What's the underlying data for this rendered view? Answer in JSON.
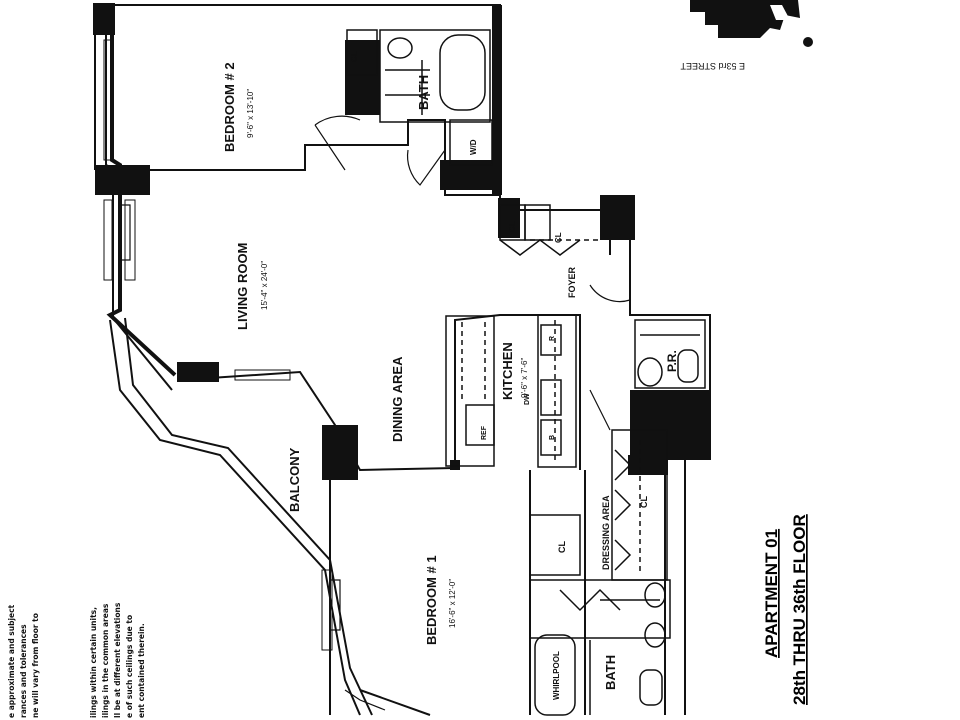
{
  "rooms": {
    "bedroom2": {
      "name": "BEDROOM # 2",
      "dims": "9'-6\" x 13'-10\""
    },
    "living": {
      "name": "LIVING ROOM",
      "dims": "15'-4\" x 24'-0\""
    },
    "dining": {
      "name": "DINING AREA"
    },
    "kitchen": {
      "name": "KITCHEN",
      "dims": "9'-6\" x 7'-6\""
    },
    "foyer": {
      "name": "FOYER"
    },
    "balcony": {
      "name": "BALCONY"
    },
    "bedroom1": {
      "name": "BEDROOM # 1",
      "dims": "16'-6\" x 12'-0\""
    },
    "dressing": {
      "name": "DRESSING AREA"
    },
    "bath1": {
      "name": "BATH"
    },
    "bath2": {
      "name": "BATH"
    },
    "powder": {
      "name": "P.R."
    }
  },
  "fixtures": {
    "cl_bed2": "CL",
    "wd": "W/D",
    "cl_foyer1": "CL",
    "cl_foyer2": "CL",
    "ref": "REF",
    "dw": "DW",
    "r": "R",
    "b": "B",
    "cl_dressing": "CL",
    "cl_bed1": "CL",
    "whirlpool": "WHIRLPOOL"
  },
  "street_label": "E 53rd STREET",
  "title": {
    "apartment": "APARTMENT  01",
    "floors": "28th THRU 36th FLOOR"
  },
  "notes": {
    "left_col1": [
      "e approximate and subject",
      "rances and tolerances",
      "ne will vary from floor to"
    ],
    "left_col2": [
      "ilings within certain units,",
      "ilings in the common areas",
      "ll be at different elevations",
      "e of such ceilings due to",
      "ent contained therein."
    ]
  }
}
